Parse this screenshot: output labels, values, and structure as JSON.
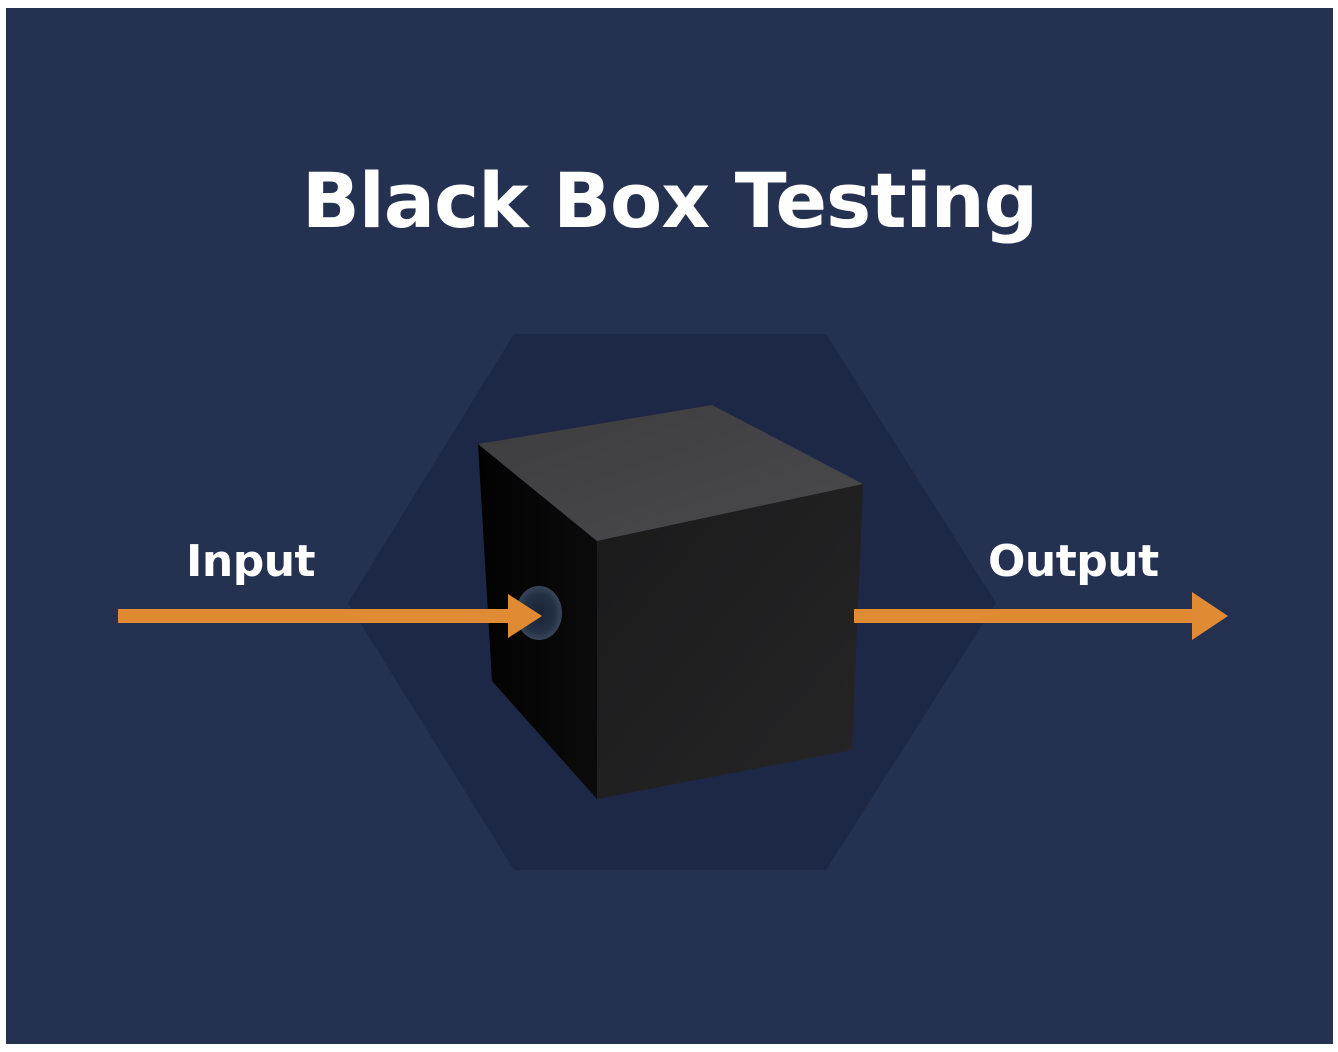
{
  "title": "Black Box Testing",
  "labels": {
    "input": "Input",
    "output": "Output"
  },
  "colors": {
    "background": "#253151",
    "hexagon": "#1d2746",
    "arrow": "#e08a33",
    "text": "#ffffff"
  },
  "icons": {
    "box": "black-cube",
    "hexagon": "hexagon-backdrop",
    "arrow_in": "arrow-right",
    "arrow_out": "arrow-right"
  }
}
